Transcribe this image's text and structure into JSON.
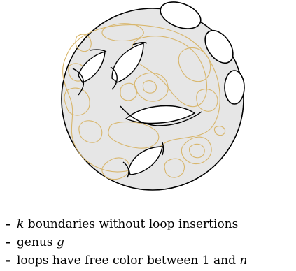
{
  "diagram": {
    "colors": {
      "disk_fill": "#e6e6e6",
      "outline": "#000000",
      "loop_stroke": "#d8b66c",
      "hole_fill": "#ffffff"
    }
  },
  "caption": {
    "items": [
      {
        "prefix": "- ",
        "math": "k",
        "text": " boundaries without loop insertions"
      },
      {
        "prefix": "- ",
        "text": "genus ",
        "math": "g"
      },
      {
        "prefix": "- ",
        "text": "loops have free color between 1 and ",
        "math": "n"
      }
    ]
  }
}
